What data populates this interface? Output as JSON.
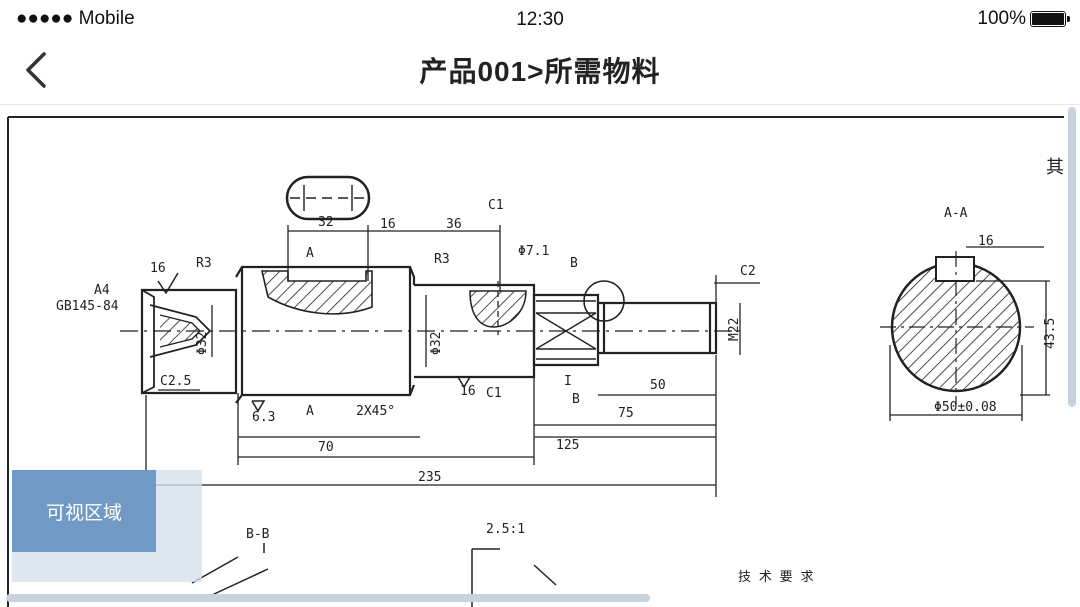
{
  "status_bar": {
    "carrier": "●●●●● Mobile",
    "time": "12:30",
    "battery": "100%"
  },
  "nav": {
    "title": "产品001>所需物料",
    "back_icon": "chevron-left-icon"
  },
  "viewer": {
    "visible_area_label": "可视区域"
  }
}
